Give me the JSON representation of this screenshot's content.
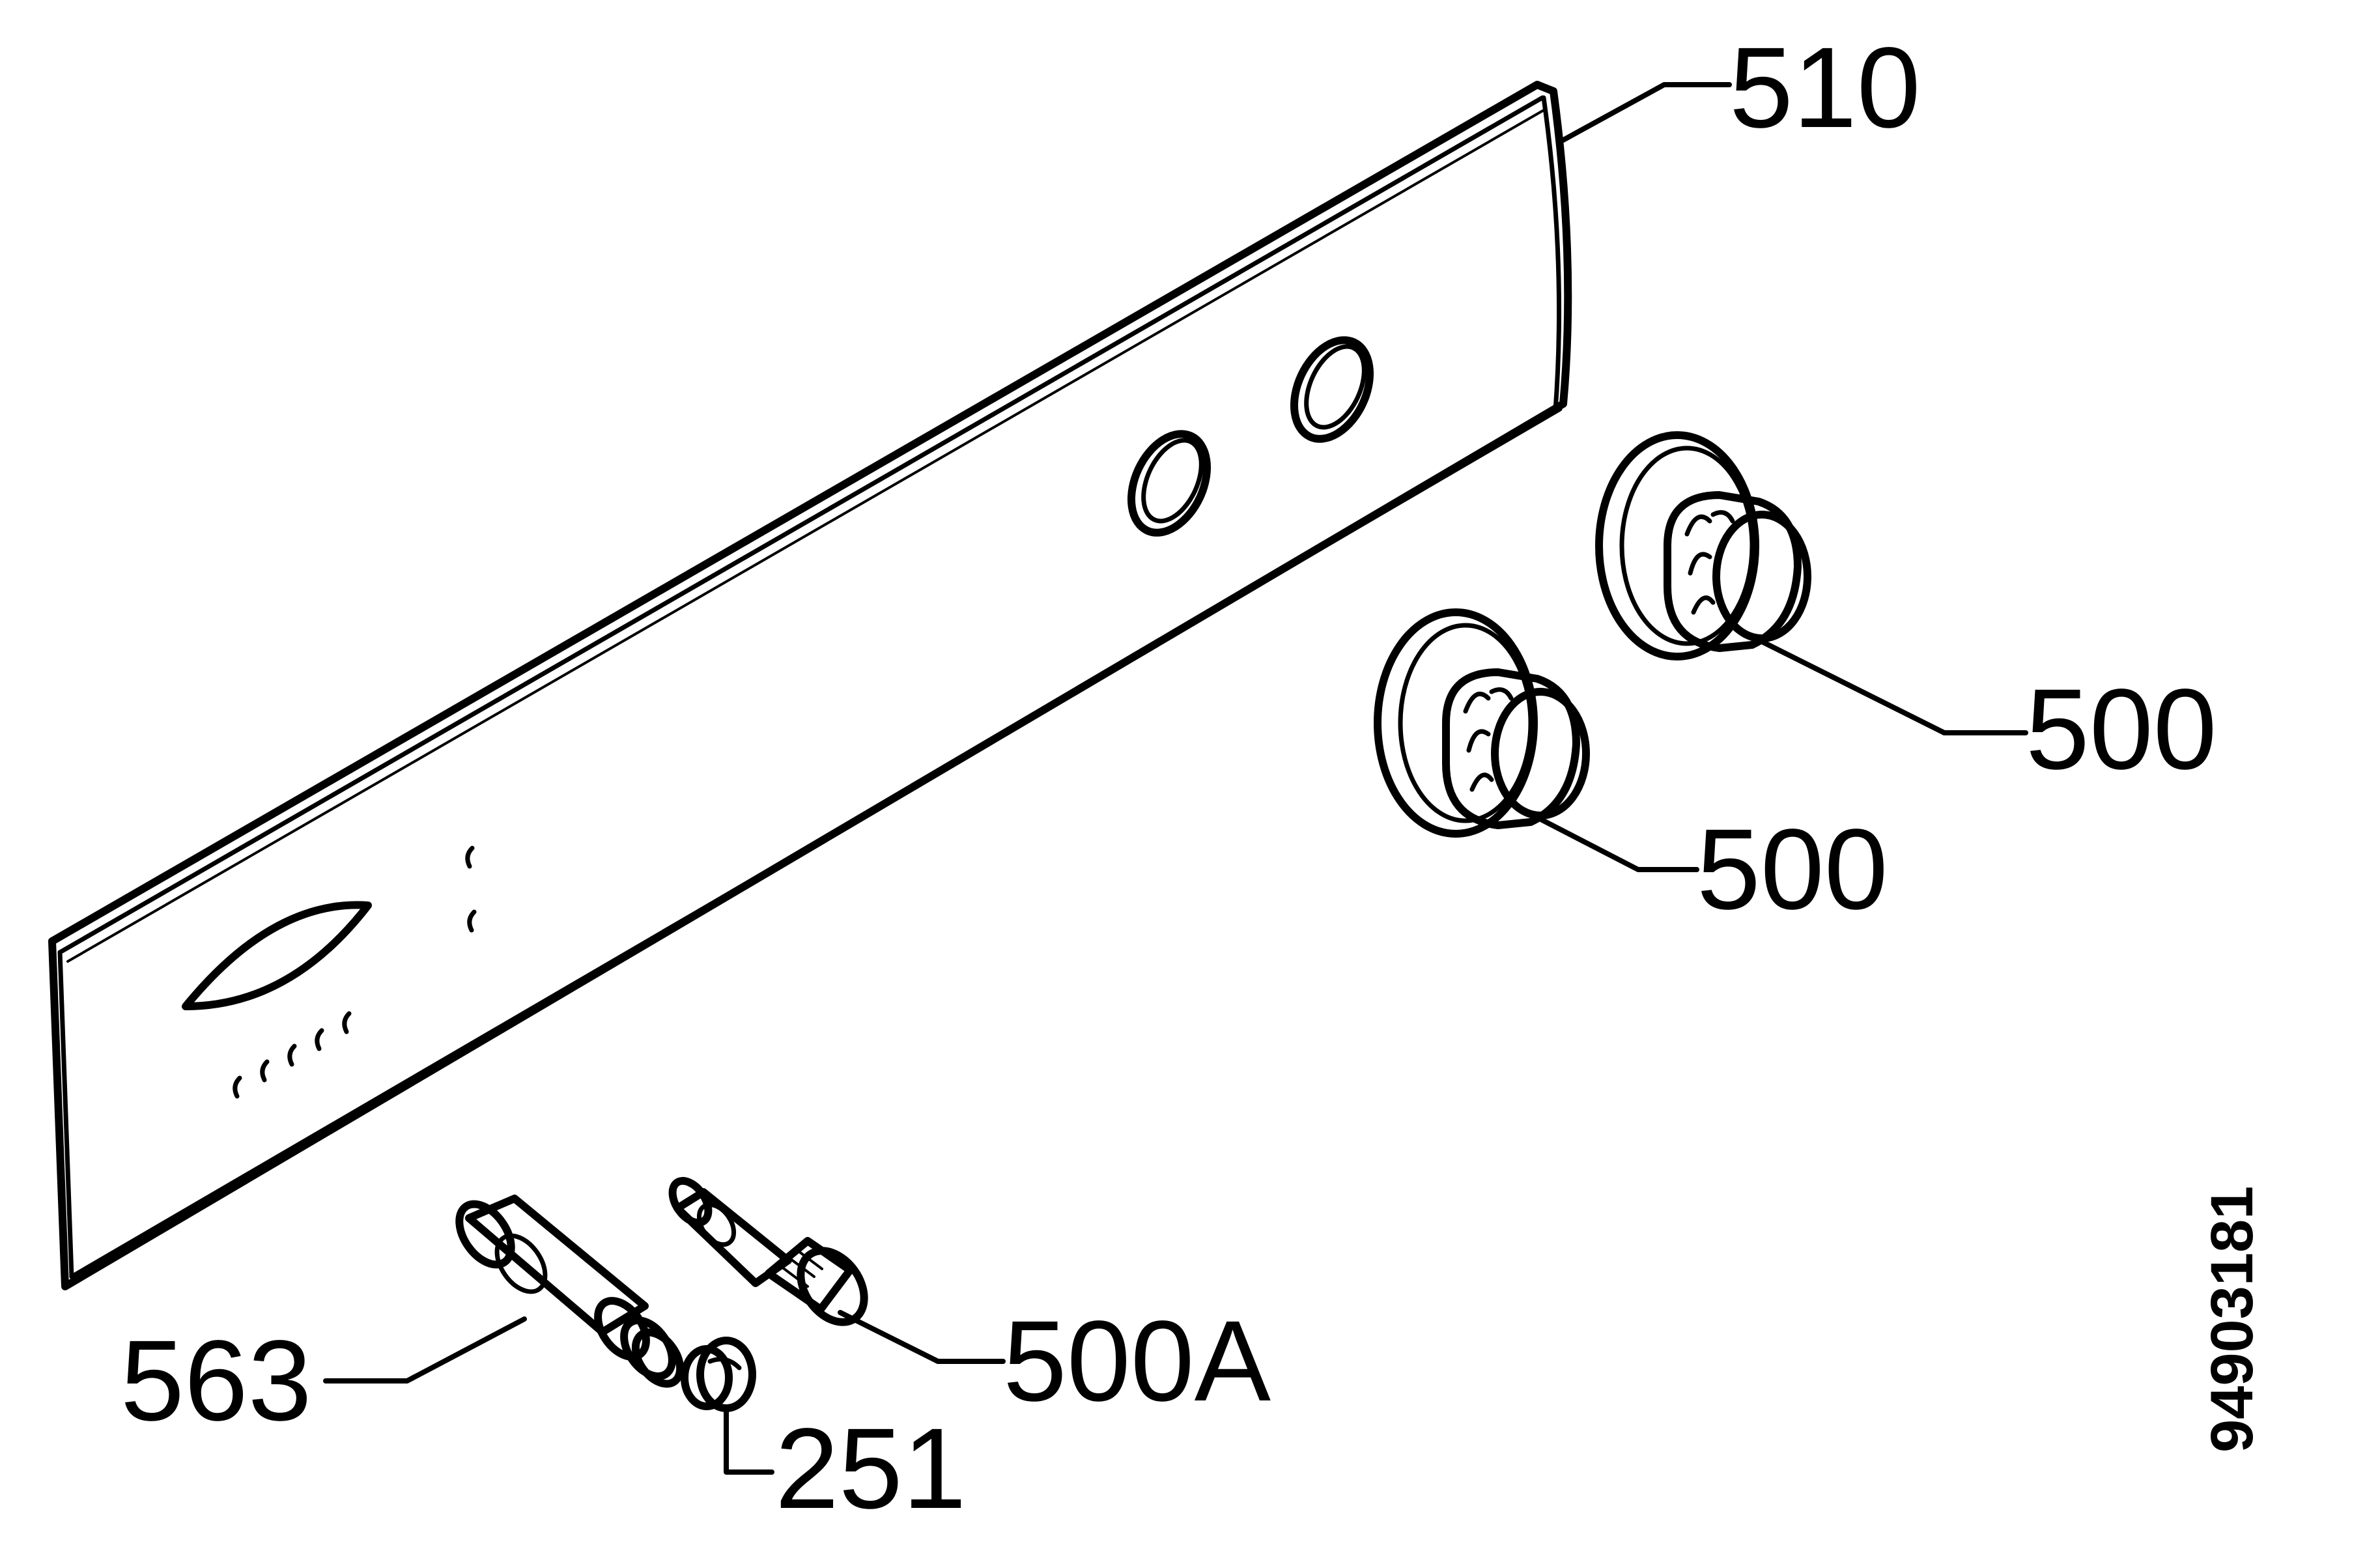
{
  "labels": {
    "panel": "510",
    "knob_upper": "500",
    "knob_lower": "500",
    "spindle": "500A",
    "shaft": "563",
    "screw": "251"
  },
  "drawing_code": "94903181"
}
